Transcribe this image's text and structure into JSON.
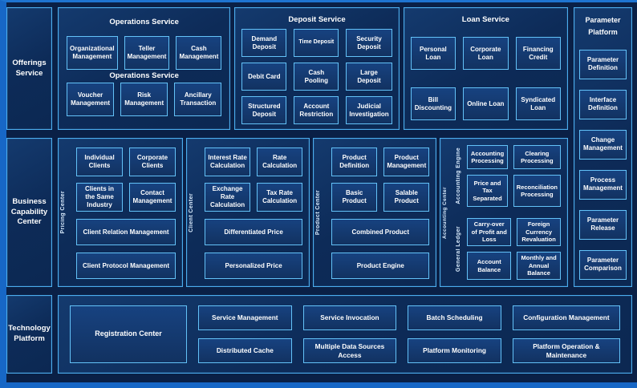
{
  "colors": {
    "background": "#0a2046",
    "panel_fill": "#0d2b58",
    "node_fill": "#133568",
    "panel_border": "#4badee",
    "node_border": "#63c2f8",
    "edge_band": "#1767c6",
    "text": "#ffffff"
  },
  "left_rail": {
    "offerings": "Offerings Service",
    "business": "Business Capability Center",
    "technology": "Technology Platform"
  },
  "operations": {
    "title": "Operations Service",
    "subtitle": "Operations Service",
    "items": [
      "Organizational Management",
      "Teller Management",
      "Cash Management",
      "Voucher Management",
      "Risk Management",
      "Ancillary Transaction"
    ]
  },
  "deposit": {
    "title": "Deposit Service",
    "items": [
      "Demand Deposit",
      "Time Deposit",
      "Security Deposit",
      "Debit Card",
      "Cash Pooling",
      "Large Deposit",
      "Structured Deposit",
      "Account Restriction",
      "Judicial Investigation"
    ]
  },
  "loan": {
    "title": "Loan Service",
    "items": [
      "Personal Loan",
      "Corporate Loan",
      "Financing Credit",
      "Bill Discounting",
      "Online Loan",
      "Syndicated Loan"
    ]
  },
  "parameter_platform": {
    "title": "Parameter Platform",
    "items": [
      "Parameter Definition",
      "Interface Definition",
      "Change Management",
      "Process Management",
      "Parameter Release",
      "Parameter Comparison"
    ]
  },
  "pricing_center": {
    "vertical_label": "Pricing Center",
    "items": [
      "Individual Clients",
      "Corporate Clients",
      "Clients in the Same Industry",
      "Contact Management",
      "Client Relation Management",
      "Client Protocol Management"
    ]
  },
  "client_center": {
    "vertical_label": "Client Center",
    "items": [
      "Interest Rate Calculation",
      "Rate Calculation",
      "Exchange Rate Calculation",
      "Tax Rate Calculation",
      "Differentiated Price",
      "Personalized Price"
    ]
  },
  "product_center": {
    "vertical_label": "Product Center",
    "items": [
      "Product Definition",
      "Product Management",
      "Basic Product",
      "Salable Product",
      "Combined Product",
      "Product Engine"
    ]
  },
  "accounting_center": {
    "vertical_label": "Accounting Center",
    "engine": {
      "vertical_label": "Accounting Engine",
      "items": [
        "Accounting Processing",
        "Clearing Processing",
        "Price and Tax Separated",
        "Reconciliation Processing"
      ]
    },
    "ledger": {
      "vertical_label": "General Ledger",
      "items": [
        "Carry-over of Profit and Loss",
        "Foreign Currency Revaluation",
        "Account Balance",
        "Monthly and Annual Balance"
      ]
    }
  },
  "technology_platform": {
    "registration": "Registration Center",
    "columns": [
      [
        "Service Management",
        "Distributed Cache"
      ],
      [
        "Service Invocation",
        "Multiple Data Sources Access"
      ],
      [
        "Batch Scheduling",
        "Platform Monitoring"
      ],
      [
        "Configuration Management",
        "Platform Operation & Maintenance"
      ]
    ]
  }
}
